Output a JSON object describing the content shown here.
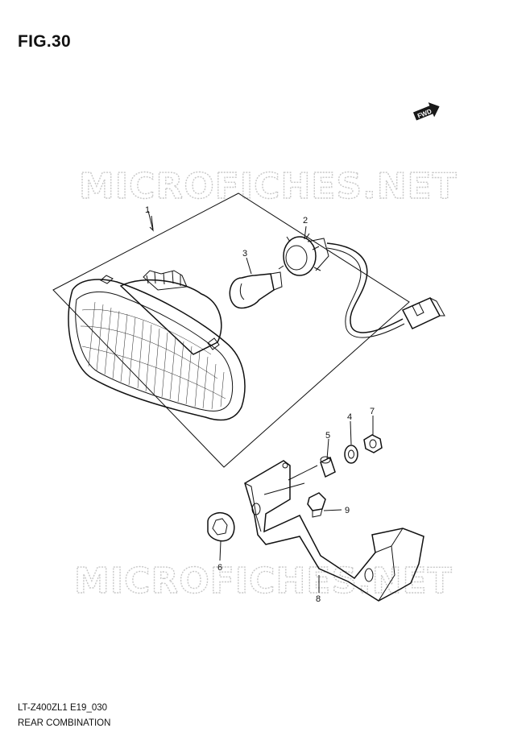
{
  "figure": {
    "title": "FIG.30"
  },
  "watermark": {
    "text": "MICROFICHES.NET"
  },
  "fwd_badge": {
    "label": "FWD"
  },
  "footer": {
    "model_code": "LT-Z400ZL1 E19_030",
    "diagram_name": "REAR COMBINATION"
  },
  "callouts": [
    {
      "number": "1",
      "part": "rear-combination-lamp"
    },
    {
      "number": "2",
      "part": "lamp-socket-harness"
    },
    {
      "number": "3",
      "part": "bulb"
    },
    {
      "number": "4",
      "part": "washer"
    },
    {
      "number": "5",
      "part": "spacer"
    },
    {
      "number": "6",
      "part": "grommet"
    },
    {
      "number": "7",
      "part": "nut"
    },
    {
      "number": "8",
      "part": "bracket"
    },
    {
      "number": "9",
      "part": "bolt"
    }
  ]
}
